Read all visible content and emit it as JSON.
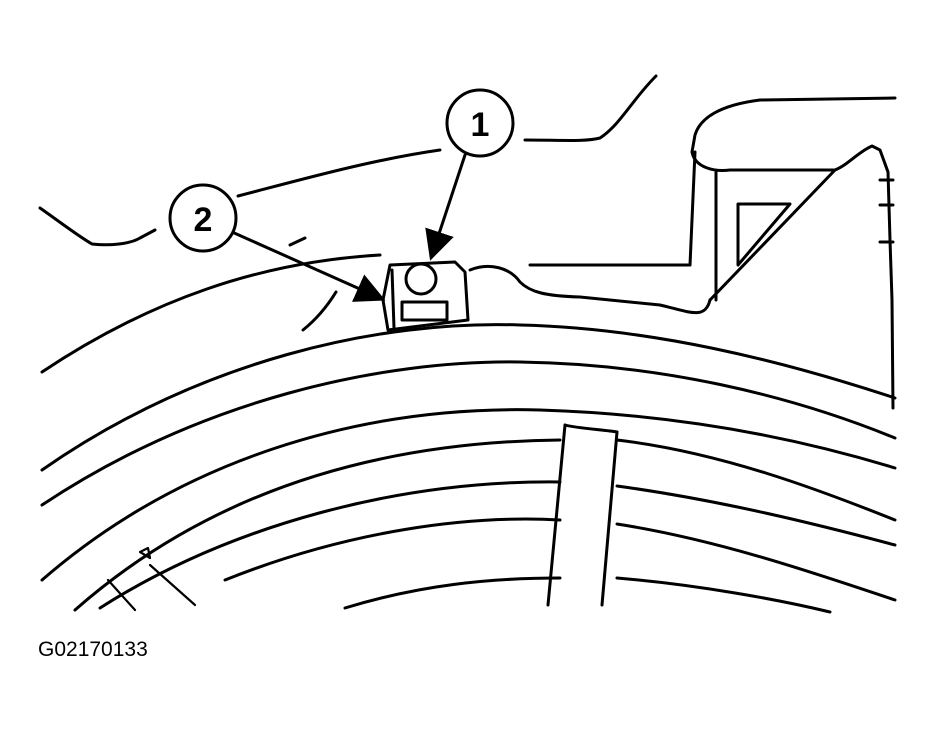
{
  "callouts": [
    {
      "number": "1"
    },
    {
      "number": "2"
    }
  ],
  "figure_id": "G02170133",
  "colors": {
    "ink": "#000000",
    "paper": "#ffffff"
  }
}
